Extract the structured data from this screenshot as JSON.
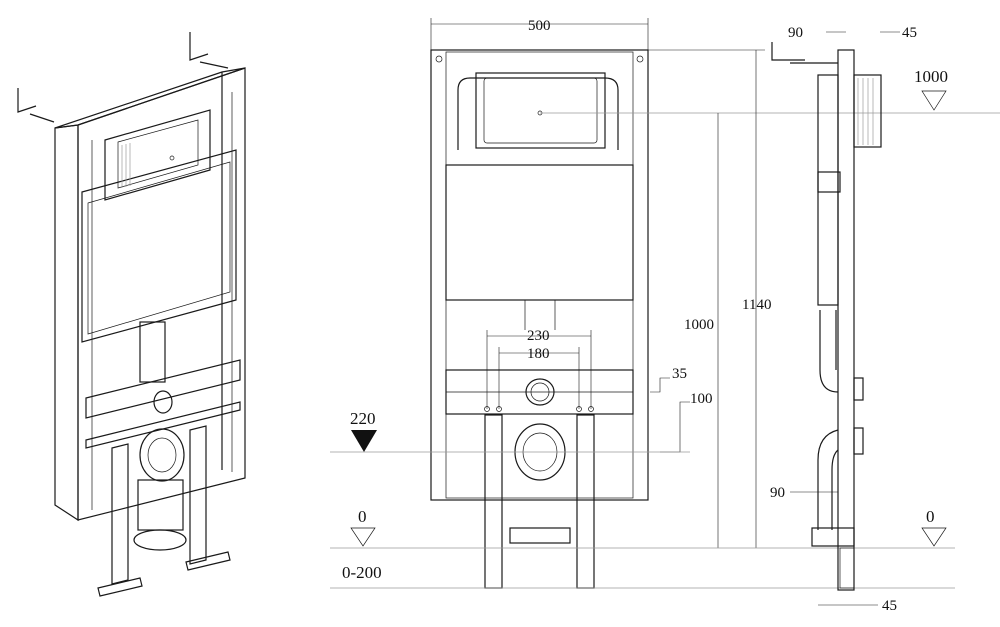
{
  "dimensions": {
    "frame_width": "500",
    "height_total": "1140",
    "height_flush_center": "1000",
    "pipe_spacing_outer": "230",
    "pipe_spacing_inner": "180",
    "offset_35": "35",
    "offset_100": "100",
    "drain_height": "220",
    "floor_zero_front": "0",
    "floor_range": "0-200",
    "side_depth": "90",
    "side_panel": "45",
    "side_flush_height": "1000",
    "side_drain_depth": "90",
    "side_foot": "45",
    "floor_zero_side": "0"
  },
  "colors": {
    "line": "#1a1a1a",
    "background": "#ffffff",
    "marker": "#111111"
  }
}
